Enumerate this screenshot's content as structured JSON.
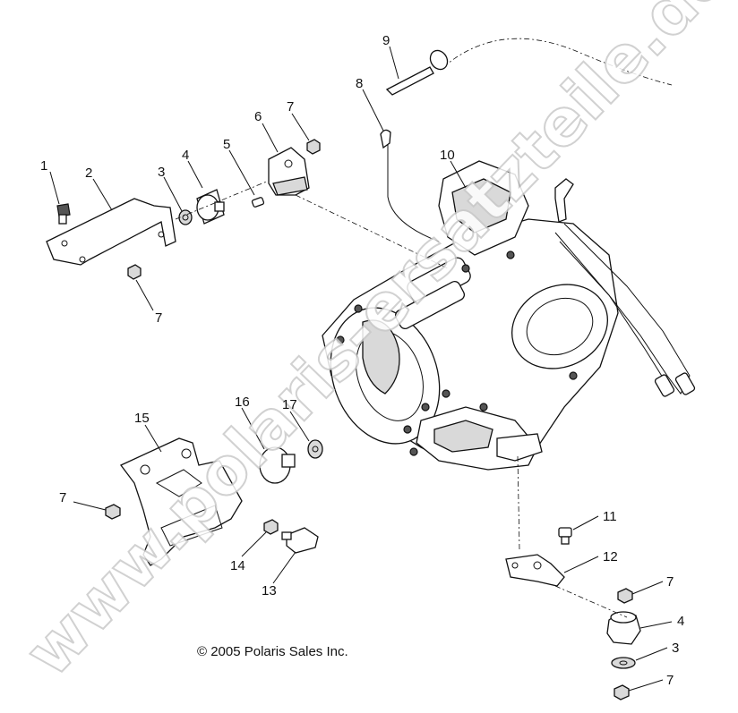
{
  "copyright": "© 2005 Polaris Sales Inc.",
  "watermark": "www.polaris-ersatzteile.de",
  "callouts": [
    {
      "id": "c1",
      "label": "1"
    },
    {
      "id": "c2",
      "label": "2"
    },
    {
      "id": "c3a",
      "label": "3"
    },
    {
      "id": "c4a",
      "label": "4"
    },
    {
      "id": "c5",
      "label": "5"
    },
    {
      "id": "c6",
      "label": "6"
    },
    {
      "id": "c7a",
      "label": "7"
    },
    {
      "id": "c7b",
      "label": "7"
    },
    {
      "id": "c8",
      "label": "8"
    },
    {
      "id": "c9",
      "label": "9"
    },
    {
      "id": "c10",
      "label": "10"
    },
    {
      "id": "c15",
      "label": "15"
    },
    {
      "id": "c16",
      "label": "16"
    },
    {
      "id": "c17",
      "label": "17"
    },
    {
      "id": "c7c",
      "label": "7"
    },
    {
      "id": "c14",
      "label": "14"
    },
    {
      "id": "c13",
      "label": "13"
    },
    {
      "id": "c11",
      "label": "11"
    },
    {
      "id": "c12",
      "label": "12"
    },
    {
      "id": "c7d",
      "label": "7"
    },
    {
      "id": "c4b",
      "label": "4"
    },
    {
      "id": "c3b",
      "label": "3"
    },
    {
      "id": "c7e",
      "label": "7"
    }
  ]
}
